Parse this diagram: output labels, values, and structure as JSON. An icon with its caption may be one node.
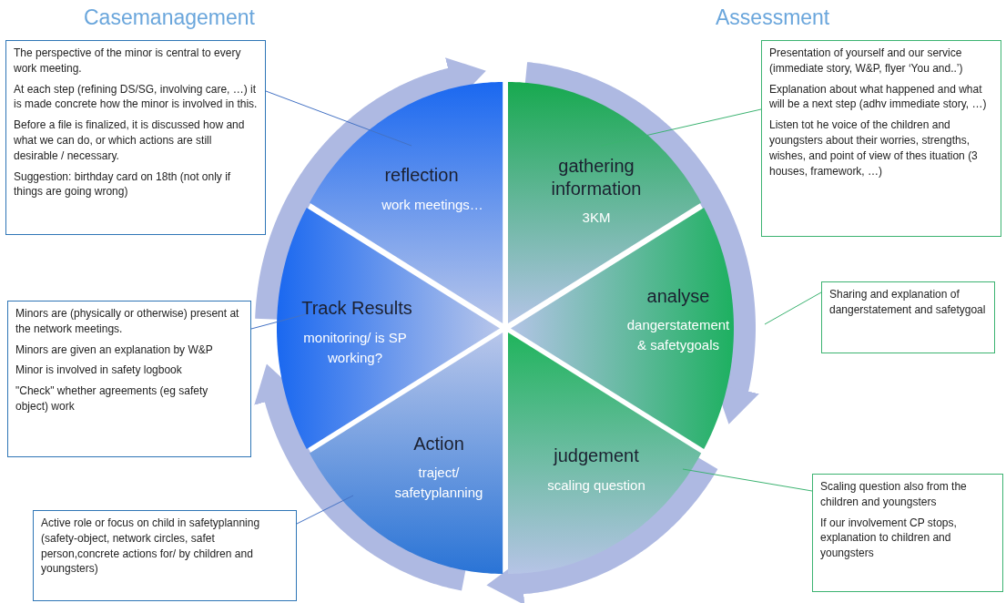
{
  "diagram": {
    "nodes": [
      {
        "text": [
          "The perspective of the minor is central to every work meeting.",
          "At each step (refining DS/SG, involving care, …) it is made concrete how the minor is involved in this.",
          "Before a file is finalized, it is discussed how and what we can do, or which actions are still desirable / necessary.",
          "Suggestion: birthday card on 18th (not only if things are going wrong)"
        ]
      },
      {
        "text": [
          "reflection",
          "work meetings…"
        ]
      },
      {
        "text": [
          "gathering information",
          "3KM"
        ]
      },
      {
        "text": [
          "Presentation of yourself and our service  (immediate story, W&P, flyer ‘You and..’)",
          "Explanation about what happened and what will be a next step (adhv immediate story, …)",
          "Listen tot he voice of the children and youngsters about their worries, strengths, wishes, and point of view of thes ituation (3 houses, framework, …)"
        ]
      },
      {
        "text": [
          "Minors are (physically or otherwise) present at the network meetings.",
          "Minors are given an explanation by W&P",
          "Minor is involved in safety logbook",
          "\"Check\" whether agreements (eg safety object) work"
        ]
      },
      {
        "text": [
          "Track Results",
          "monitoring/ is SP working?"
        ]
      },
      {
        "text": [
          "analyse",
          "dangerstatement & safetygoals"
        ]
      },
      {
        "text": [
          "Sharing and explanation of dangerstatement and safetygoal"
        ]
      },
      {
        "text": [
          "Action",
          "traject/ safetyplanning"
        ]
      },
      {
        "text": [
          "judgement",
          "scaling question"
        ]
      },
      {
        "text": [
          "Active role or focus on child in safetyplanning (safety-object, network circles, safet person,concrete actions for/ by children and youngsters)"
        ]
      },
      {
        "text": [
          "Scaling question also from the children and youngsters",
          "If our involvement CP stops, explanation to children and youngsters"
        ]
      }
    ],
    "edges": [
      {
        "from": 0,
        "to": 1,
        "arrow": "none",
        "color": "#4472c4"
      },
      {
        "from": 3,
        "to": 2,
        "arrow": "none",
        "color": "#3cb371"
      },
      {
        "from": 4,
        "to": 5,
        "arrow": "none",
        "color": "#4472c4"
      },
      {
        "from": 7,
        "to": 6,
        "arrow": "none",
        "color": "#3cb371"
      },
      {
        "from": 10,
        "to": 8,
        "arrow": "none",
        "color": "#4472c4"
      },
      {
        "from": 11,
        "to": 9,
        "arrow": "none",
        "color": "#3cb371"
      },
      {
        "from": 5,
        "to": 1,
        "arrow": "to",
        "style": "thick",
        "color": "#aeb9e2"
      },
      {
        "from": 2,
        "to": 6,
        "arrow": "to",
        "style": "thick",
        "color": "#aeb9e2"
      },
      {
        "from": 9,
        "to": 8,
        "arrow": "to",
        "style": "thick",
        "color": "#aeb9e2"
      },
      {
        "from": 8,
        "to": 5,
        "arrow": "to",
        "style": "thick",
        "color": "#aeb9e2"
      }
    ],
    "labels": [
      "Casemanagement",
      "Assessment"
    ]
  }
}
